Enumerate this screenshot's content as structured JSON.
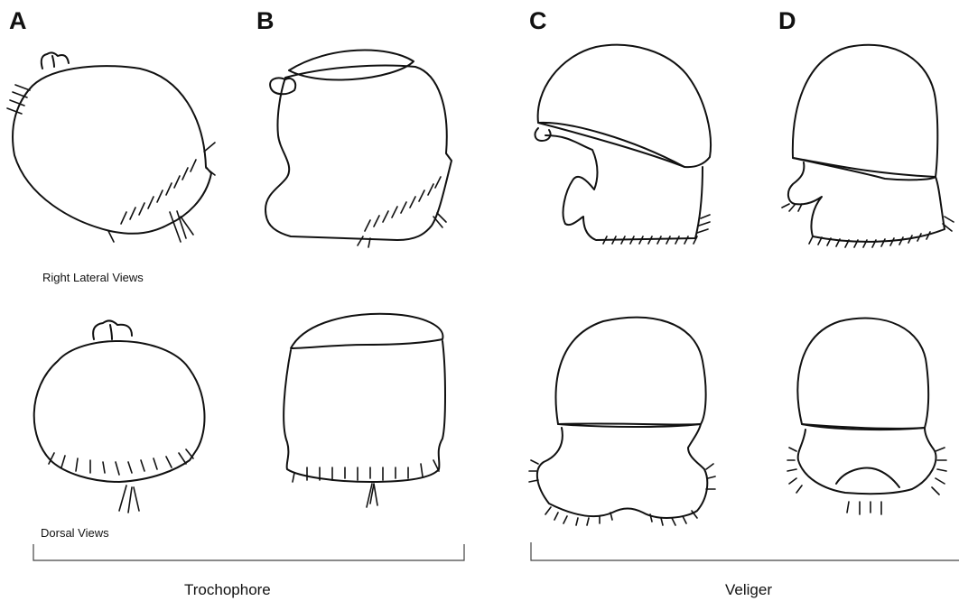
{
  "panels": [
    {
      "letter": "A"
    },
    {
      "letter": "B"
    },
    {
      "letter": "C"
    },
    {
      "letter": "D"
    }
  ],
  "labels": {
    "lateral_views": "Right Lateral Views",
    "dorsal_views": "Dorsal Views"
  },
  "groups": {
    "trochophore": "Trochophore",
    "veliger": "Veliger"
  }
}
